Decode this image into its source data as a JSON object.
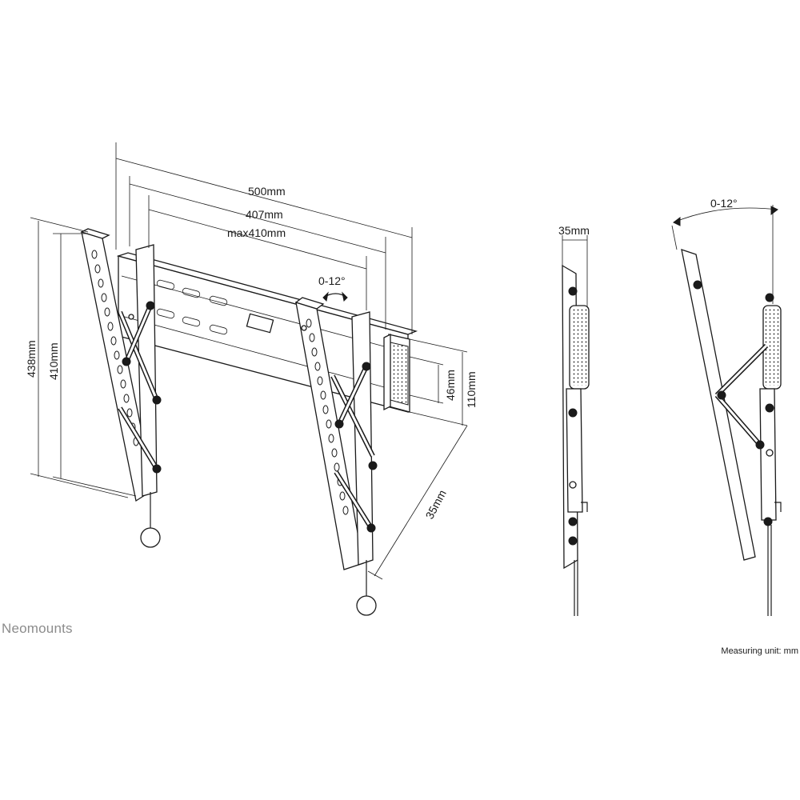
{
  "brand": "Neomounts",
  "measuring_unit": "Measuring unit: mm",
  "dimensions": {
    "width_total": "500mm",
    "vesa_width": "407mm",
    "max_width": "max410mm",
    "tilt_front": "0-12°",
    "height_total": "438mm",
    "height_inner": "410mm",
    "rail_height": "46mm",
    "rail_depth_height": "110mm",
    "wall_distance_diag": "35mm",
    "side_depth": "35mm",
    "tilt_side": "0-12°"
  }
}
